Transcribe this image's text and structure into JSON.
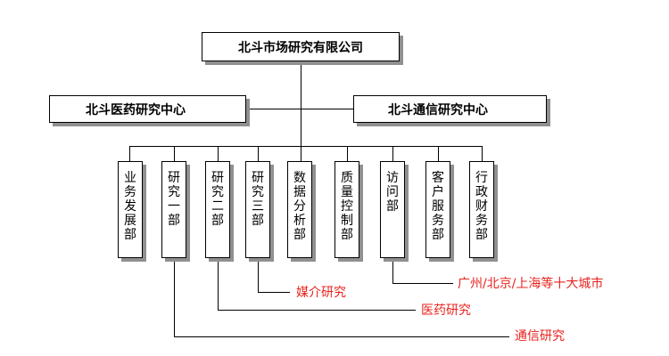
{
  "company": "北斗市场研究有限公司",
  "center_left": "北斗医药研究中心",
  "center_right": "北斗通信研究中心",
  "departments": [
    "业务发展部",
    "研究一部",
    "研究二部",
    "研究三部",
    "数据分析部",
    "质量控制部",
    "访问部",
    "客户服务部",
    "行政财务部"
  ],
  "branches": {
    "media": "媒介研究",
    "medical": "医药研究",
    "telecom": "通信研究",
    "cities": "广州/北京/上海等十大城市"
  },
  "colors": {
    "line": "#000000",
    "shadow": "#909090",
    "annotation": "#e8231e"
  }
}
